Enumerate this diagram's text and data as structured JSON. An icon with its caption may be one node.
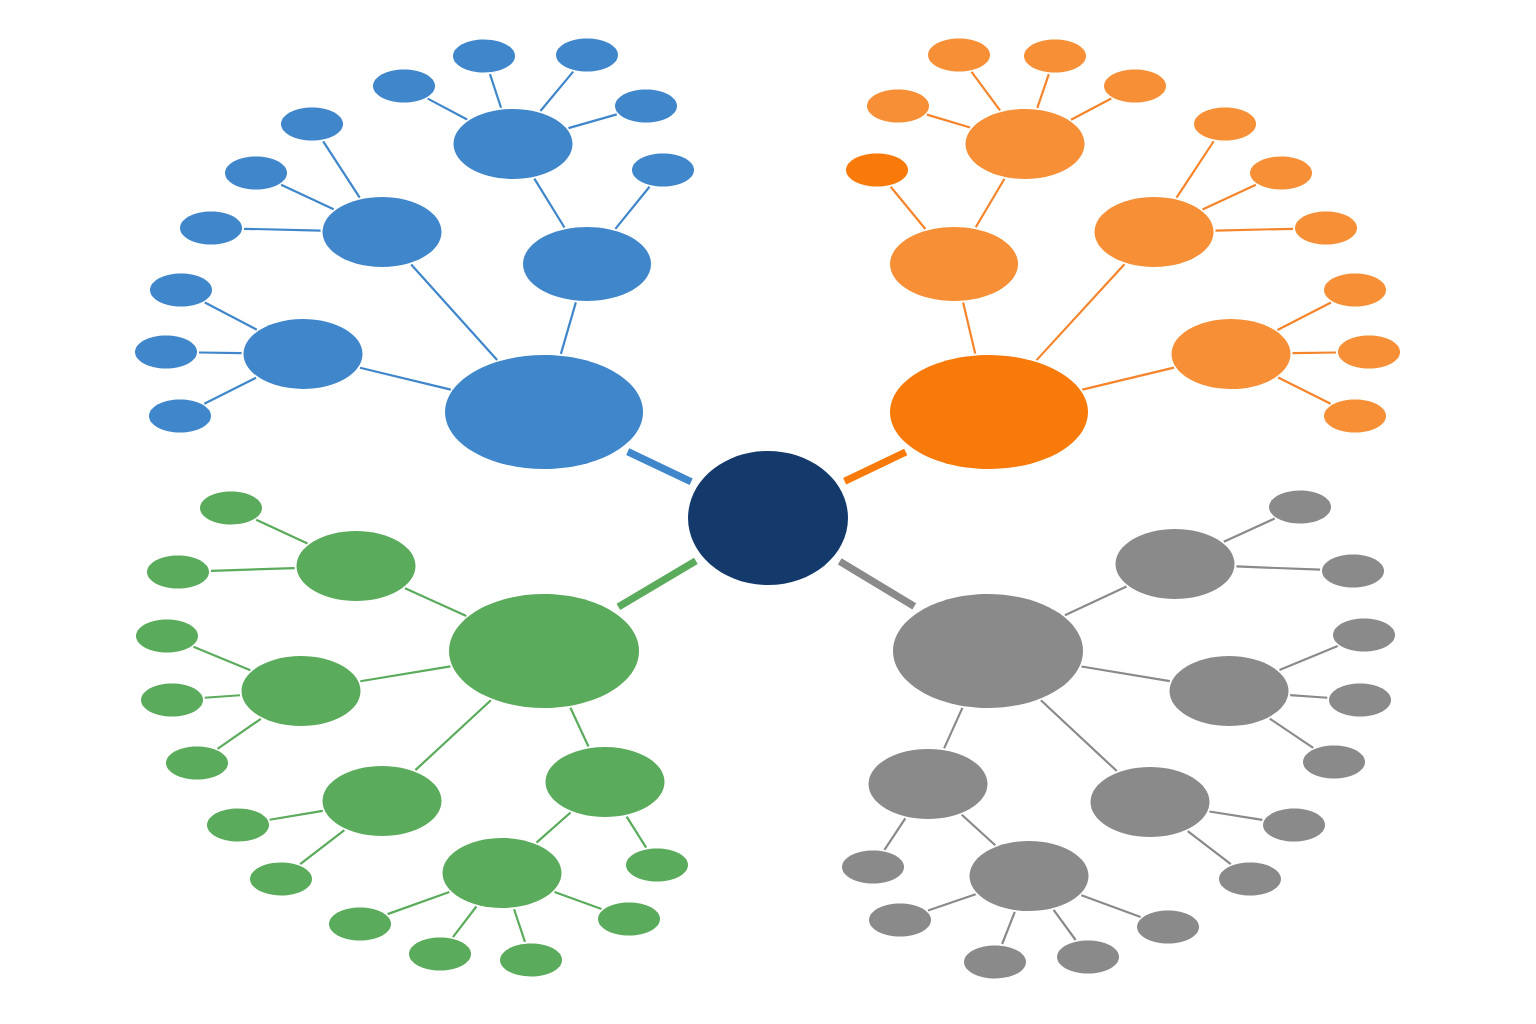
{
  "diagram": {
    "nodes": [
      {
        "text": [],
        "shape": "circle"
      },
      {
        "text": [],
        "shape": "circle"
      },
      {
        "text": [],
        "shape": "circle"
      },
      {
        "text": [],
        "shape": "circle"
      },
      {
        "text": [],
        "shape": "circle"
      },
      {
        "text": [],
        "shape": "circle"
      },
      {
        "text": [],
        "shape": "circle"
      },
      {
        "text": [],
        "shape": "circle"
      },
      {
        "text": [],
        "shape": "circle"
      },
      {
        "text": [],
        "shape": "circle"
      },
      {
        "text": [],
        "shape": "circle"
      },
      {
        "text": [],
        "shape": "circle"
      },
      {
        "text": [],
        "shape": "circle"
      },
      {
        "text": [],
        "shape": "circle"
      },
      {
        "text": [],
        "shape": "circle"
      },
      {
        "text": [],
        "shape": "circle"
      },
      {
        "text": [],
        "shape": "circle"
      },
      {
        "text": [],
        "shape": "circle"
      },
      {
        "text": [],
        "shape": "circle"
      },
      {
        "text": [],
        "shape": "circle"
      },
      {
        "text": [],
        "shape": "circle"
      },
      {
        "text": [],
        "shape": "circle"
      },
      {
        "text": [],
        "shape": "circle"
      },
      {
        "text": [],
        "shape": "circle"
      },
      {
        "text": [],
        "shape": "circle"
      },
      {
        "text": [],
        "shape": "circle"
      },
      {
        "text": [],
        "shape": "circle"
      },
      {
        "text": [],
        "shape": "circle"
      },
      {
        "text": [],
        "shape": "circle"
      },
      {
        "text": [],
        "shape": "circle"
      },
      {
        "text": [],
        "shape": "circle"
      },
      {
        "text": [],
        "shape": "circle"
      },
      {
        "text": [],
        "shape": "circle"
      },
      {
        "text": [],
        "shape": "circle"
      },
      {
        "text": [],
        "shape": "circle"
      },
      {
        "text": [],
        "shape": "circle"
      },
      {
        "text": [],
        "shape": "circle"
      },
      {
        "text": [],
        "shape": "circle"
      },
      {
        "text": [],
        "shape": "circle"
      },
      {
        "text": [],
        "shape": "circle"
      },
      {
        "text": [],
        "shape": "circle"
      },
      {
        "text": [],
        "shape": "circle"
      },
      {
        "text": [],
        "shape": "circle"
      },
      {
        "text": [],
        "shape": "circle"
      },
      {
        "text": [],
        "shape": "circle"
      },
      {
        "text": [],
        "shape": "circle"
      },
      {
        "text": [],
        "shape": "circle"
      },
      {
        "text": [],
        "shape": "circle"
      },
      {
        "text": [],
        "shape": "circle"
      },
      {
        "text": [],
        "shape": "circle"
      },
      {
        "text": [],
        "shape": "circle"
      },
      {
        "text": [],
        "shape": "circle"
      },
      {
        "text": [],
        "shape": "circle"
      },
      {
        "text": [],
        "shape": "circle"
      },
      {
        "text": [],
        "shape": "circle"
      },
      {
        "text": [],
        "shape": "circle"
      },
      {
        "text": [],
        "shape": "circle"
      },
      {
        "text": [],
        "shape": "circle"
      },
      {
        "text": [],
        "shape": "circle"
      },
      {
        "text": [],
        "shape": "circle"
      },
      {
        "text": [],
        "shape": "circle"
      },
      {
        "text": [],
        "shape": "circle"
      },
      {
        "text": [],
        "shape": "circle"
      },
      {
        "text": [],
        "shape": "circle"
      },
      {
        "text": [],
        "shape": "circle"
      },
      {
        "text": [],
        "shape": "circle"
      },
      {
        "text": [],
        "shape": "circle"
      },
      {
        "text": [],
        "shape": "circle"
      },
      {
        "text": [],
        "shape": "circle"
      }
    ],
    "edges": [
      {
        "from": 33,
        "to": 29,
        "arrow": "none",
        "style": "thick",
        "color": "#3f86cb"
      },
      {
        "from": 33,
        "to": 30,
        "arrow": "none",
        "style": "thick",
        "color": "#f77a0b"
      },
      {
        "from": 33,
        "to": 40,
        "arrow": "none",
        "style": "thick",
        "color": "#5aab5b"
      },
      {
        "from": 33,
        "to": 41,
        "arrow": "none",
        "style": "thick",
        "color": "#8a8a8a"
      },
      {
        "from": 29,
        "to": 20,
        "arrow": "none",
        "color": "#3f86cb"
      },
      {
        "from": 29,
        "to": 17,
        "arrow": "none",
        "color": "#3f86cb"
      },
      {
        "from": 29,
        "to": 25,
        "arrow": "none",
        "color": "#3f86cb"
      },
      {
        "from": 20,
        "to": 10,
        "arrow": "none",
        "color": "#3f86cb"
      },
      {
        "from": 10,
        "to": 4,
        "arrow": "none",
        "color": "#3f86cb"
      },
      {
        "from": 10,
        "to": 0,
        "arrow": "none",
        "color": "#3f86cb"
      },
      {
        "from": 10,
        "to": 1,
        "arrow": "none",
        "color": "#3f86cb"
      },
      {
        "from": 10,
        "to": 6,
        "arrow": "none",
        "color": "#3f86cb"
      },
      {
        "from": 20,
        "to": 13,
        "arrow": "none",
        "color": "#3f86cb"
      },
      {
        "from": 17,
        "to": 8,
        "arrow": "none",
        "color": "#3f86cb"
      },
      {
        "from": 17,
        "to": 12,
        "arrow": "none",
        "color": "#3f86cb"
      },
      {
        "from": 17,
        "to": 16,
        "arrow": "none",
        "color": "#3f86cb"
      },
      {
        "from": 25,
        "to": 22,
        "arrow": "none",
        "color": "#3f86cb"
      },
      {
        "from": 25,
        "to": 24,
        "arrow": "none",
        "color": "#3f86cb"
      },
      {
        "from": 25,
        "to": 28,
        "arrow": "none",
        "color": "#3f86cb"
      },
      {
        "from": 30,
        "to": 21,
        "arrow": "none",
        "color": "#f5842a"
      },
      {
        "from": 30,
        "to": 18,
        "arrow": "none",
        "color": "#f5842a"
      },
      {
        "from": 30,
        "to": 26,
        "arrow": "none",
        "color": "#f5842a"
      },
      {
        "from": 21,
        "to": 11,
        "arrow": "none",
        "color": "#f5842a"
      },
      {
        "from": 11,
        "to": 7,
        "arrow": "none",
        "color": "#f5842a"
      },
      {
        "from": 11,
        "to": 2,
        "arrow": "none",
        "color": "#f5842a"
      },
      {
        "from": 11,
        "to": 3,
        "arrow": "none",
        "color": "#f5842a"
      },
      {
        "from": 11,
        "to": 5,
        "arrow": "none",
        "color": "#f5842a"
      },
      {
        "from": 21,
        "to": 14,
        "arrow": "none",
        "color": "#f5842a"
      },
      {
        "from": 18,
        "to": 9,
        "arrow": "none",
        "color": "#f5842a"
      },
      {
        "from": 18,
        "to": 15,
        "arrow": "none",
        "color": "#f5842a"
      },
      {
        "from": 18,
        "to": 19,
        "arrow": "none",
        "color": "#f5842a"
      },
      {
        "from": 26,
        "to": 23,
        "arrow": "none",
        "color": "#f5842a"
      },
      {
        "from": 26,
        "to": 27,
        "arrow": "none",
        "color": "#f5842a"
      },
      {
        "from": 26,
        "to": 31,
        "arrow": "none",
        "color": "#f5842a"
      },
      {
        "from": 40,
        "to": 36,
        "arrow": "none",
        "color": "#5aab5b"
      },
      {
        "from": 40,
        "to": 44,
        "arrow": "none",
        "color": "#5aab5b"
      },
      {
        "from": 40,
        "to": 49,
        "arrow": "none",
        "color": "#5aab5b"
      },
      {
        "from": 40,
        "to": 50,
        "arrow": "none",
        "color": "#5aab5b"
      },
      {
        "from": 50,
        "to": 56,
        "arrow": "none",
        "color": "#5aab5b"
      },
      {
        "from": 36,
        "to": 32,
        "arrow": "none",
        "color": "#5aab5b"
      },
      {
        "from": 36,
        "to": 35,
        "arrow": "none",
        "color": "#5aab5b"
      },
      {
        "from": 44,
        "to": 39,
        "arrow": "none",
        "color": "#5aab5b"
      },
      {
        "from": 44,
        "to": 43,
        "arrow": "none",
        "color": "#5aab5b"
      },
      {
        "from": 44,
        "to": 47,
        "arrow": "none",
        "color": "#5aab5b"
      },
      {
        "from": 49,
        "to": 53,
        "arrow": "none",
        "color": "#5aab5b"
      },
      {
        "from": 49,
        "to": 55,
        "arrow": "none",
        "color": "#5aab5b"
      },
      {
        "from": 50,
        "to": 57,
        "arrow": "none",
        "color": "#5aab5b"
      },
      {
        "from": 56,
        "to": 61,
        "arrow": "none",
        "color": "#5aab5b"
      },
      {
        "from": 56,
        "to": 65,
        "arrow": "none",
        "color": "#5aab5b"
      },
      {
        "from": 56,
        "to": 66,
        "arrow": "none",
        "color": "#5aab5b"
      },
      {
        "from": 56,
        "to": 62,
        "arrow": "none",
        "color": "#5aab5b"
      },
      {
        "from": 41,
        "to": 37,
        "arrow": "none",
        "color": "#8a8a8a"
      },
      {
        "from": 41,
        "to": 45,
        "arrow": "none",
        "color": "#8a8a8a"
      },
      {
        "from": 41,
        "to": 52,
        "arrow": "none",
        "color": "#8a8a8a"
      },
      {
        "from": 41,
        "to": 51,
        "arrow": "none",
        "color": "#8a8a8a"
      },
      {
        "from": 51,
        "to": 59,
        "arrow": "none",
        "color": "#8a8a8a"
      },
      {
        "from": 37,
        "to": 34,
        "arrow": "none",
        "color": "#8a8a8a"
      },
      {
        "from": 37,
        "to": 38,
        "arrow": "none",
        "color": "#8a8a8a"
      },
      {
        "from": 45,
        "to": 42,
        "arrow": "none",
        "color": "#8a8a8a"
      },
      {
        "from": 45,
        "to": 46,
        "arrow": "none",
        "color": "#8a8a8a"
      },
      {
        "from": 45,
        "to": 48,
        "arrow": "none",
        "color": "#8a8a8a"
      },
      {
        "from": 52,
        "to": 54,
        "arrow": "none",
        "color": "#8a8a8a"
      },
      {
        "from": 52,
        "to": 60,
        "arrow": "none",
        "color": "#8a8a8a"
      },
      {
        "from": 51,
        "to": 58,
        "arrow": "none",
        "color": "#8a8a8a"
      },
      {
        "from": 59,
        "to": 63,
        "arrow": "none",
        "color": "#8a8a8a"
      },
      {
        "from": 59,
        "to": 67,
        "arrow": "none",
        "color": "#8a8a8a"
      },
      {
        "from": 59,
        "to": 68,
        "arrow": "none",
        "color": "#8a8a8a"
      },
      {
        "from": 59,
        "to": 64,
        "arrow": "none",
        "color": "#8a8a8a"
      }
    ]
  }
}
